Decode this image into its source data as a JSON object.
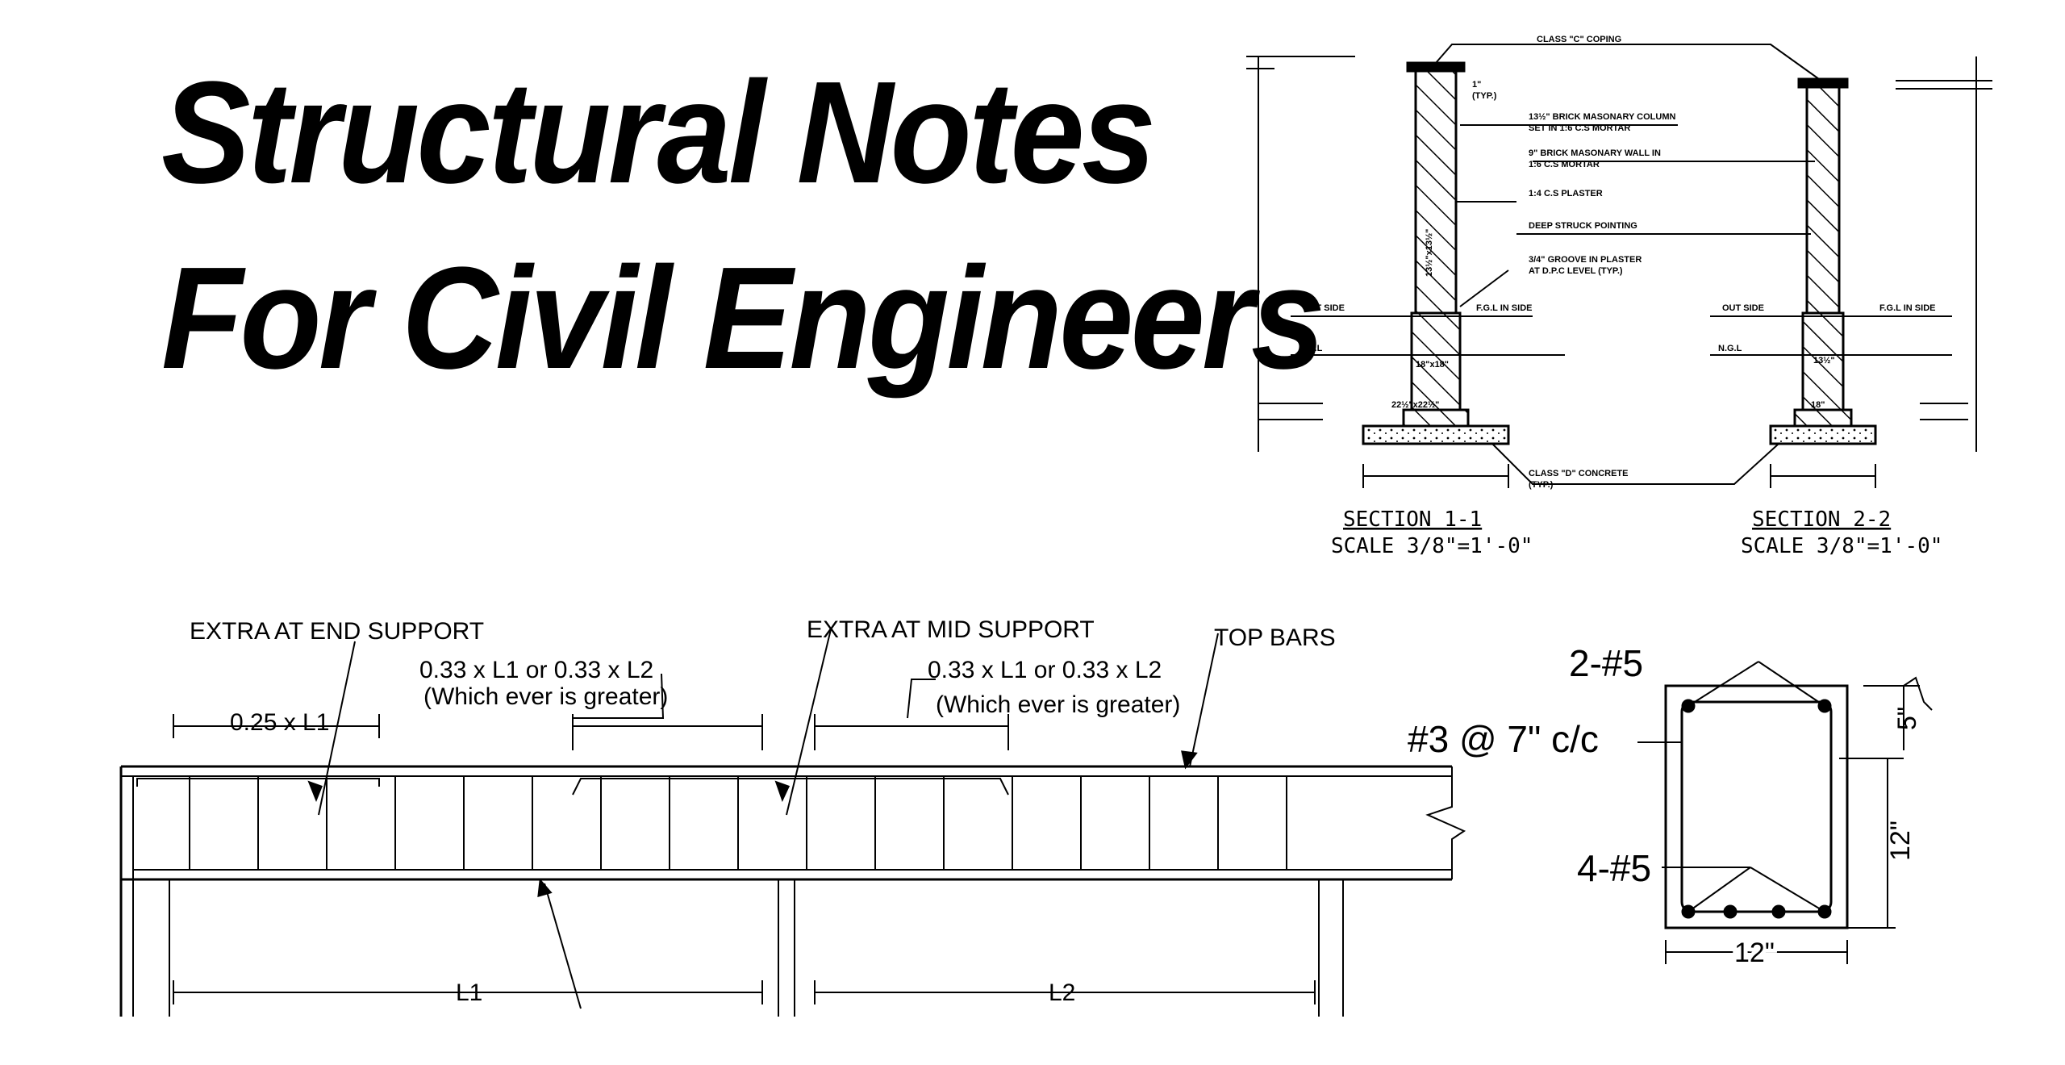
{
  "title": {
    "line1": "Structural Notes",
    "line2": "For Civil Engineers"
  },
  "section_drawing": {
    "notes": {
      "coping": "CLASS \"C\" COPING",
      "dim_1in": "1\"",
      "typ": "(TYP.)",
      "column1": "13½\" BRICK MASONARY COLUMN",
      "column2": "SET IN 1:6 C.S MORTAR",
      "wall1": "9\" BRICK MASONARY WALL IN",
      "wall2": "1:6 C.S MORTAR",
      "plaster": "1:4 C.S PLASTER",
      "pointing": "DEEP STRUCK POINTING",
      "groove1": "3/4\" GROOVE IN PLASTER",
      "groove2": "AT D.P.C LEVEL (TYP.)",
      "concrete": "CLASS \"D\" CONCRETE",
      "concrete_typ": "(TYP.)"
    },
    "left": {
      "outside": "OUT SIDE",
      "fgl": "F.G.L IN SIDE",
      "ngl": "N.G.L",
      "dim_col": "13½\"x13½\"",
      "dim_base": "18\"x18\"",
      "dim_foot": "22½\"x22½\"",
      "section": "SECTION 1-1",
      "scale": "SCALE 3/8\"=1'-0\""
    },
    "right": {
      "outside": "OUT SIDE",
      "fgl": "F.G.L IN SIDE",
      "ngl": "N.G.L",
      "dim_col": "13½\"",
      "dim_base": "18\"",
      "section": "SECTION 2-2",
      "scale": "SCALE 3/8\"=1'-0\""
    }
  },
  "beam_drawing": {
    "extra_end": "EXTRA  AT END SUPPORT",
    "extra_mid": "EXTRA  AT MID SUPPORT",
    "top_bars": "TOP BARS",
    "dim_end": "0.25 x L1",
    "dim_mid_a1": "0.33 x L1 or 0.33 x L2",
    "dim_mid_a2": "(Which ever is greater)",
    "dim_mid_b1": "0.33 x L1 or 0.33 x L2",
    "dim_mid_b2": "(Which ever is greater)",
    "span1": "L1",
    "span2": "L2"
  },
  "beam_section": {
    "top_bars": "2-#5",
    "stirrups": "#3 @ 7\" c/c",
    "bottom_bars": "4-#5",
    "cover": "5\"",
    "depth": "12\"",
    "width": "12\""
  }
}
